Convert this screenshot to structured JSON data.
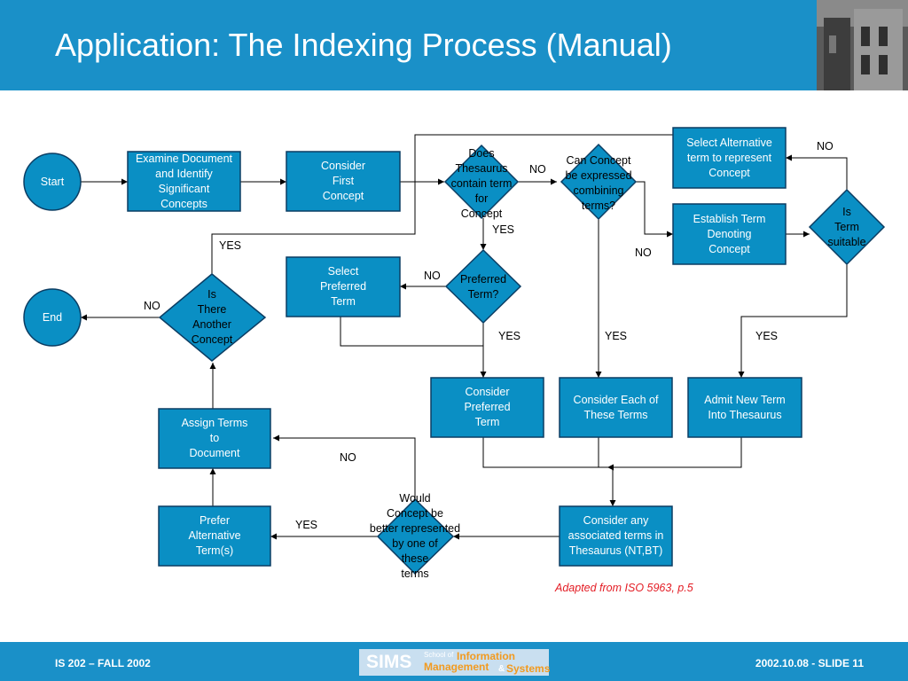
{
  "slide": {
    "title": "Application: The Indexing Process (Manual)",
    "citation": "Adapted from  ISO 5963, p.5",
    "footer_left": "IS 202 – FALL 2002",
    "footer_right": "2002.10.08 - SLIDE 11",
    "logo": {
      "sims": "SIMS",
      "school_of": "School of",
      "information": "Information",
      "management": "Management",
      "amp": "&",
      "systems": "Systems"
    }
  },
  "colors": {
    "header": "#1a90c8",
    "node_fill": "#0a8fc4",
    "node_border": "#0b3d63",
    "citation": "#e31b23",
    "logo_accent": "#f29a1f"
  },
  "diagram": {
    "nodes": {
      "start": "Start",
      "end": "End",
      "examine": "Examine Document\nand Identify\nSignificant\nConcepts",
      "consider_first": "Consider\nFirst\nConcept",
      "select_preferred": "Select\nPreferred\nTerm",
      "select_alternative": "Select Alternative\nterm to represent\nConcept",
      "establish": "Establish Term\nDenoting\nConcept",
      "consider_preferred": "Consider\nPreferred\nTerm",
      "consider_each": "Consider Each of\nThese Terms",
      "admit": "Admit New Term\nInto Thesaurus",
      "assign": "Assign Terms\nto\nDocument",
      "prefer_alt": "Prefer\nAlternative\nTerm(s)",
      "consider_any": "Consider any\nassociated terms in\nThesaurus (NT,BT)",
      "d_thesaurus": "Does\nThesaurus\ncontain term\nfor\nConcept",
      "d_combining": "Can Concept\nbe expressed\ncombining\nterms?",
      "d_preferred": "Preferred\nTerm?",
      "d_suitable": "Is\nTerm\nsuitable",
      "d_another": "Is\nThere\nAnother\nConcept",
      "d_better": "Would\nConcept be\nbetter represented\nby one of\nthese\nterms"
    },
    "edge_labels": {
      "thesaurus_no": "NO",
      "thesaurus_yes": "YES",
      "preferred_no": "NO",
      "preferred_yes": "YES",
      "combining_no": "NO",
      "combining_yes": "YES",
      "suitable_no": "NO",
      "suitable_yes": "YES",
      "another_yes": "YES",
      "another_no": "NO",
      "better_no": "NO",
      "better_yes": "YES"
    }
  }
}
